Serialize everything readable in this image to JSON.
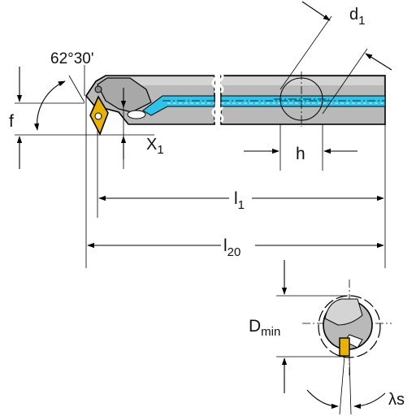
{
  "labels": {
    "angle": "62°30'",
    "f": "f",
    "x1": "X",
    "x1_sub": "1",
    "d1": "d",
    "d1_sub": "1",
    "h": "h",
    "l1": "l",
    "l1_sub": "1",
    "l20": "l",
    "l20_sub": "20",
    "dmin": "D",
    "dmin_sub": "min",
    "lambda_s": "λs"
  },
  "colors": {
    "shank": "#b9b9b9",
    "shank_light": "#d4d4d4",
    "coolant": "#2ec3e8",
    "insert": "#e8b200",
    "line": "#000000"
  }
}
